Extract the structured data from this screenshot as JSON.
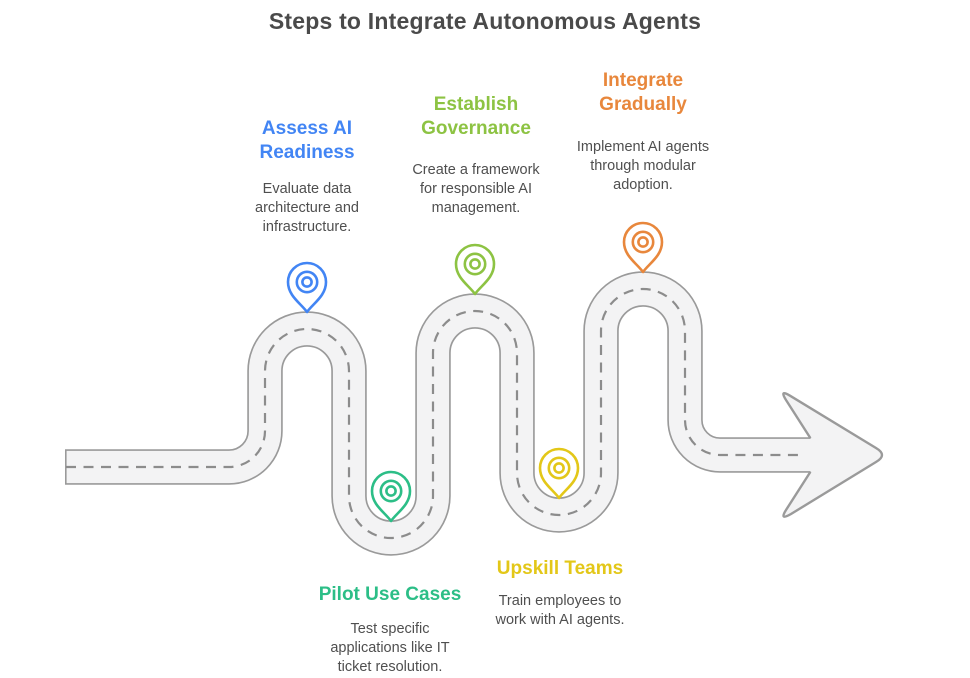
{
  "title": "Steps to Integrate Autonomous Agents",
  "colors": {
    "title_text": "#4a4a4a",
    "description_text": "#4f4f4f"
  },
  "road": {
    "surface_color": "#f3f3f4",
    "border_color": "#9a9a9a",
    "dash_color": "#8c8c8c"
  },
  "steps": [
    {
      "order": 1,
      "position": "top",
      "label": "Assess AI\nReadiness",
      "description": "Evaluate data\narchitecture and\ninfrastructure.",
      "color": "#4285f4"
    },
    {
      "order": 2,
      "position": "bottom",
      "label": "Pilot Use Cases",
      "description": "Test specific\napplications like IT\nticket resolution.",
      "color": "#2cbe87"
    },
    {
      "order": 3,
      "position": "top",
      "label": "Establish\nGovernance",
      "description": "Create a framework\nfor responsible AI\nmanagement.",
      "color": "#8dc343"
    },
    {
      "order": 4,
      "position": "bottom",
      "label": "Upskill Teams",
      "description": "Train employees to\nwork with AI agents.",
      "color": "#e3c718"
    },
    {
      "order": 5,
      "position": "top",
      "label": "Integrate\nGradually",
      "description": "Implement AI agents\nthrough modular\nadoption.",
      "color": "#e8873c"
    }
  ]
}
